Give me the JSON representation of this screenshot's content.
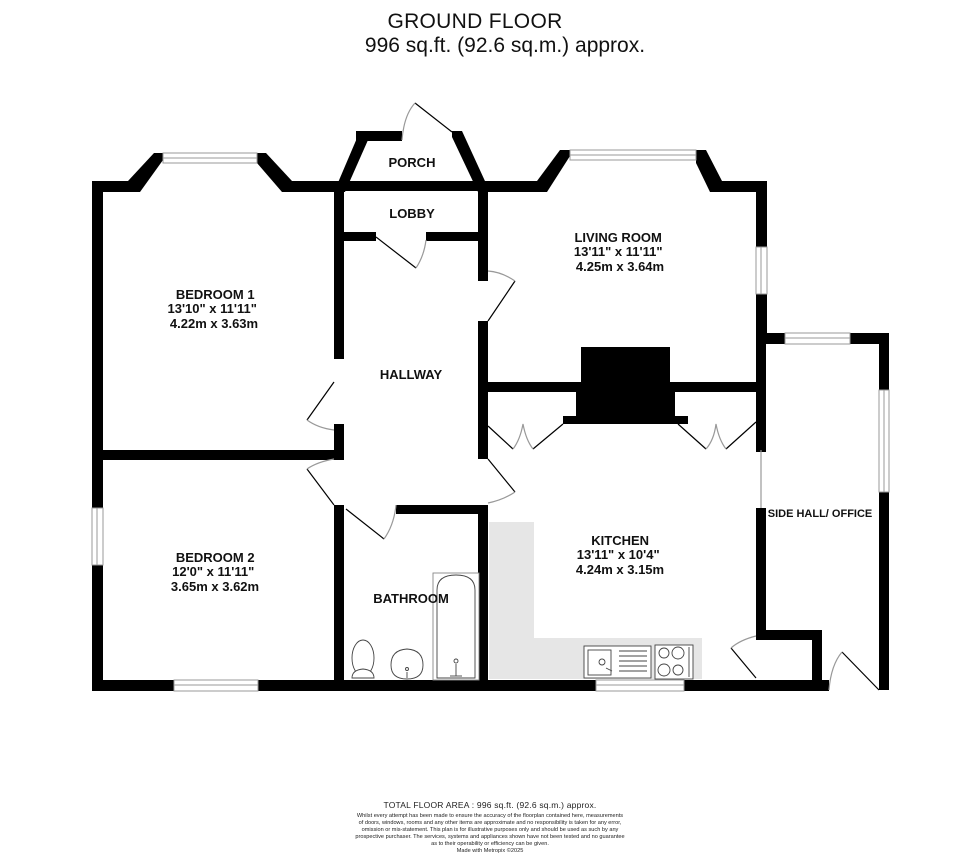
{
  "header": {
    "title": "GROUND FLOOR",
    "area": "996 sq.ft. (92.6 sq.m.) approx."
  },
  "colors": {
    "wall": "#000000",
    "window_frame": "#9a9a9a",
    "kitchen_counter": "#e6e6e6",
    "door_arc": "#888888"
  },
  "rooms": {
    "bedroom1": {
      "name": "BEDROOM 1",
      "imperial": "13'10\"  x 11'11\"",
      "metric": "4.22m  x 3.63m"
    },
    "bedroom2": {
      "name": "BEDROOM 2",
      "imperial": "12'0\"  x 11'11\"",
      "metric": "3.65m  x 3.62m"
    },
    "living": {
      "name": "LIVING ROOM",
      "imperial": "13'11\"  x 11'11\"",
      "metric": "4.25m  x 3.64m"
    },
    "kitchen": {
      "name": "KITCHEN",
      "imperial": "13'11\"  x 10'4\"",
      "metric": "4.24m  x 3.15m"
    },
    "porch": {
      "name": "PORCH"
    },
    "lobby": {
      "name": "LOBBY"
    },
    "hallway": {
      "name": "HALLWAY"
    },
    "bathroom": {
      "name": "BATHROOM"
    },
    "sidehall": {
      "name": "SIDE HALL/ OFFICE"
    }
  },
  "footer": {
    "total": "TOTAL FLOOR AREA : 996 sq.ft. (92.6 sq.m.) approx.",
    "disclaimer_lines": [
      "Whilst every attempt has been made to ensure the accuracy of the floorplan contained here, measurements",
      "of doors, windows, rooms and any other items are approximate and no responsibility is taken for any error,",
      "omission or mis-statement. This plan is for illustrative purposes only and should be used as such by any",
      "prospective purchaser. The services, systems and appliances shown have not been tested and no guarantee",
      "as to their operability or efficiency can be given."
    ],
    "made_with": "Made with Metropix ©2025"
  }
}
